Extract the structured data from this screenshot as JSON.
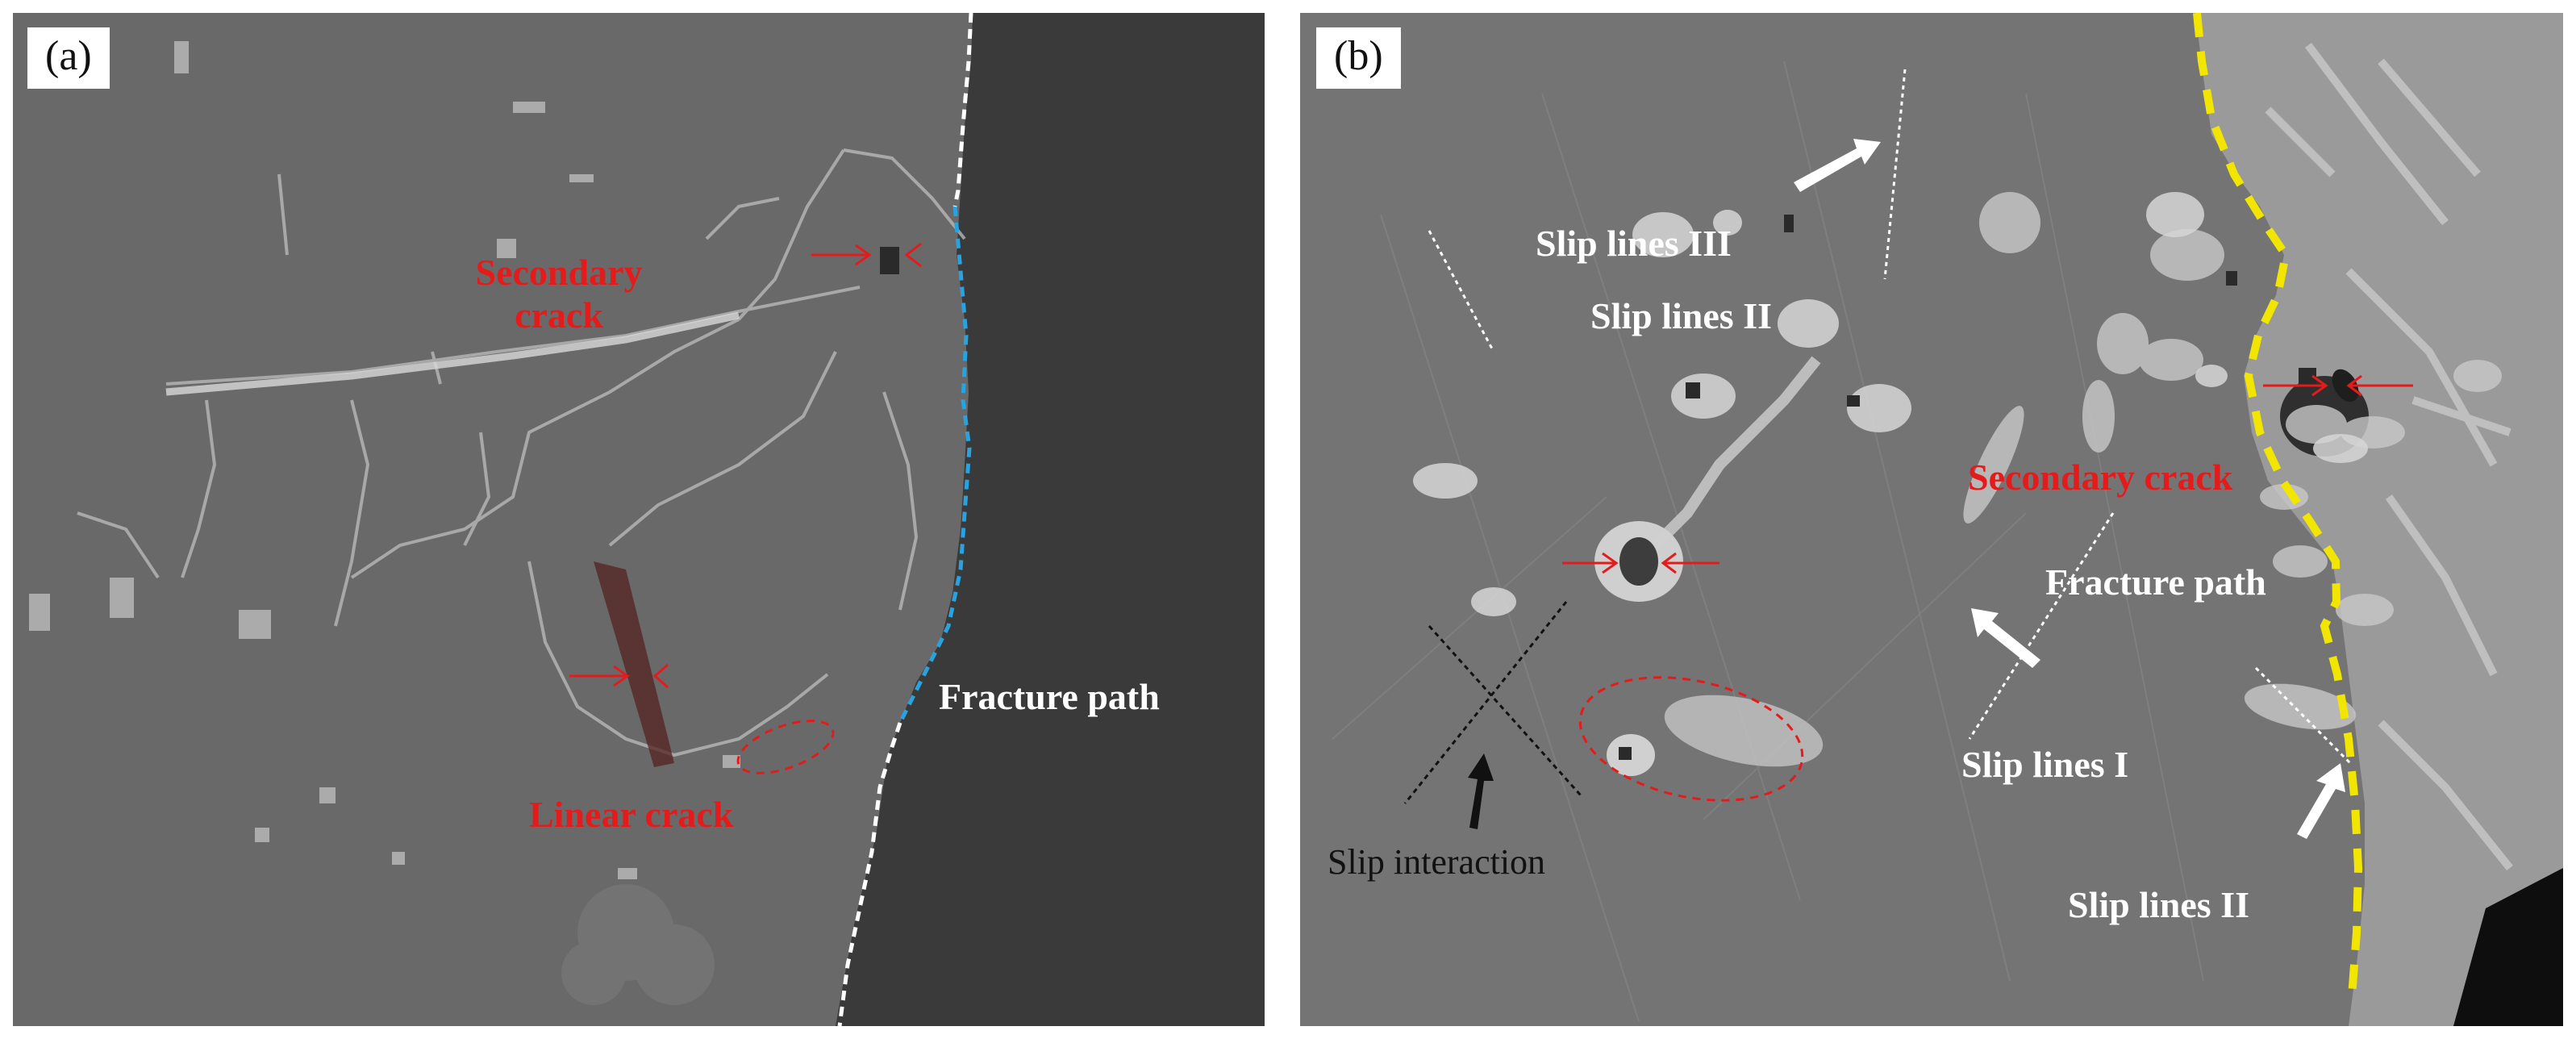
{
  "figure": {
    "panel_a": {
      "tag": "(a)",
      "labels": {
        "secondary_crack_line1": "Secondary",
        "secondary_crack_line2": "crack",
        "linear_crack": "Linear crack",
        "fracture_path": "Fracture path"
      }
    },
    "panel_b": {
      "tag": "(b)",
      "labels": {
        "slip_lines_iii": "Slip lines III",
        "slip_lines_ii_top": "Slip lines II",
        "secondary_crack": "Secondary crack",
        "fracture_path": "Fracture path",
        "slip_lines_i": "Slip lines I",
        "slip_lines_ii_bottom": "Slip lines II",
        "slip_interaction": "Slip interaction"
      }
    },
    "colors": {
      "annotation_red": "#e51b1b",
      "fracture_outline_a_upper": "#29a3e0",
      "fracture_outline_a_lower": "#ffffff",
      "fracture_outline_b": "#f2e600",
      "panel_a_matrix": "#696969",
      "panel_a_fracture_region": "#3a3a3a",
      "panel_b_matrix": "#747474",
      "panel_b_fracture_surface": "#9a9a9a"
    }
  }
}
